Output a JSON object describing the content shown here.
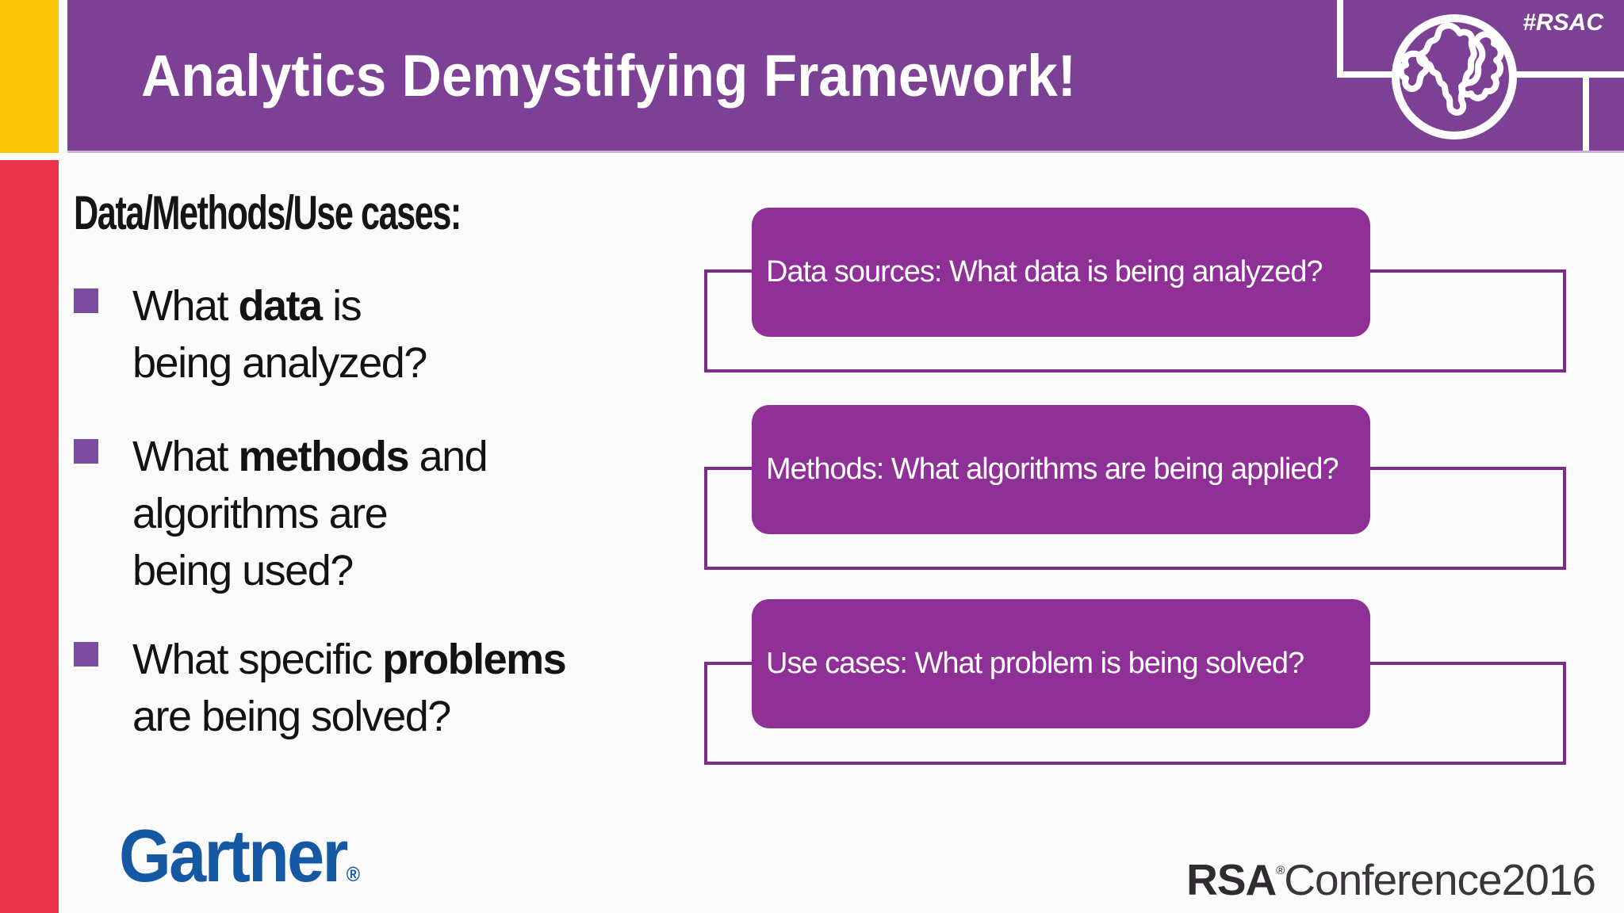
{
  "slide": {
    "header": {
      "title": "Analytics Demystifying Framework!",
      "hashtag": "#RSAC"
    },
    "content": {
      "heading": "Data/Methods/Use cases:",
      "bullets": [
        {
          "parts": [
            {
              "text": "What "
            },
            {
              "text": "data",
              "bold": true
            },
            {
              "text": " is\nbeing analyzed?"
            }
          ]
        },
        {
          "parts": [
            {
              "text": "What "
            },
            {
              "text": "methods",
              "bold": true
            },
            {
              "text": " and\nalgorithms are\nbeing used?"
            }
          ]
        },
        {
          "parts": [
            {
              "text": "What specific "
            },
            {
              "text": "problems",
              "bold": true
            },
            {
              "text": "\nare being solved?"
            }
          ]
        }
      ]
    },
    "flow_boxes": [
      {
        "label": "Data sources: What data is being analyzed?"
      },
      {
        "label": "Methods: What algorithms are being applied?"
      },
      {
        "label": "Use cases: What problem is being solved?"
      }
    ],
    "footer": {
      "gartner_wordmark": "Gartner",
      "gartner_registered": "®",
      "rsa_wordmark_bold": "RSA",
      "rsa_registered": "®",
      "rsa_wordmark_light": "Conference2016"
    },
    "colors": {
      "header_purple": "#7c4095",
      "box_purple": "#8e3096",
      "outline_purple": "#7b2d87",
      "bullet_purple": "#7b4ca0",
      "bar_yellow": "#f9c606",
      "bar_red": "#e9344a",
      "gartner_blue": "#1559a4",
      "rsa_dark": "#2f2b30",
      "header_edge": "#ccb1d8"
    }
  }
}
